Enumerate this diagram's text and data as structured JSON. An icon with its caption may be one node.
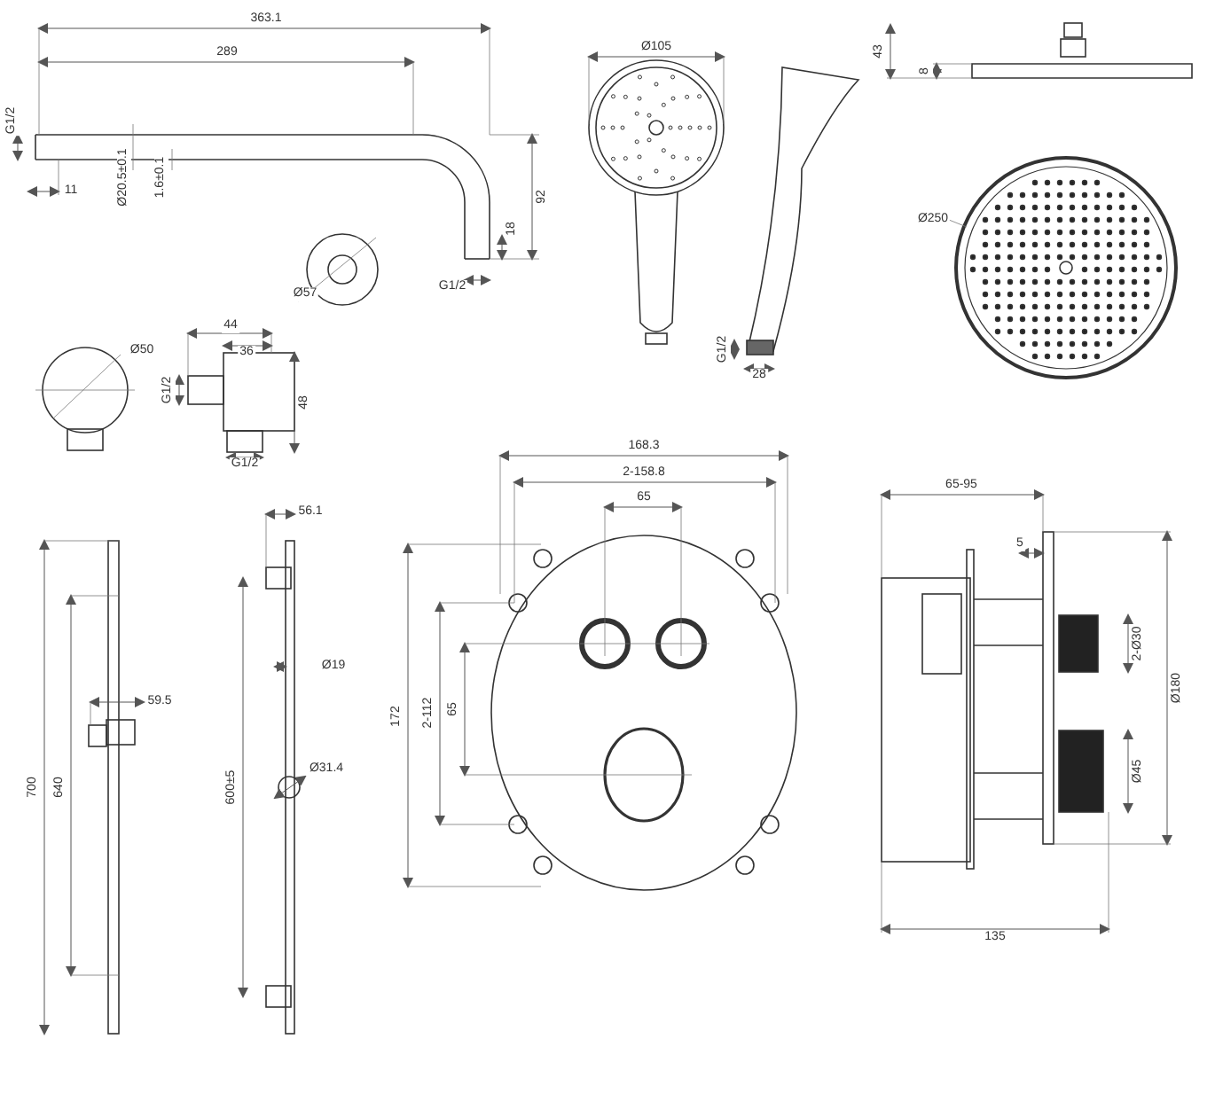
{
  "diagram": {
    "labels": [
      "363.1",
      "289",
      "G1/2",
      "11",
      "Ø20.5±0.1",
      "1.6±0.1",
      "92",
      "18",
      "G1/2",
      "Ø57",
      "Ø105",
      "G1/2",
      "28",
      "43",
      "8",
      "Ø250",
      "Ø50",
      "44",
      "36",
      "G1/2",
      "48",
      "G1/2",
      "700",
      "640",
      "59.5",
      "56.1",
      "Ø19",
      "Ø31.4",
      "600±5",
      "172",
      "168.3",
      "2-158.8",
      "65",
      "2-112",
      "65",
      "65-95",
      "5",
      "2-Ø30",
      "Ø180",
      "Ø45",
      "135"
    ]
  }
}
